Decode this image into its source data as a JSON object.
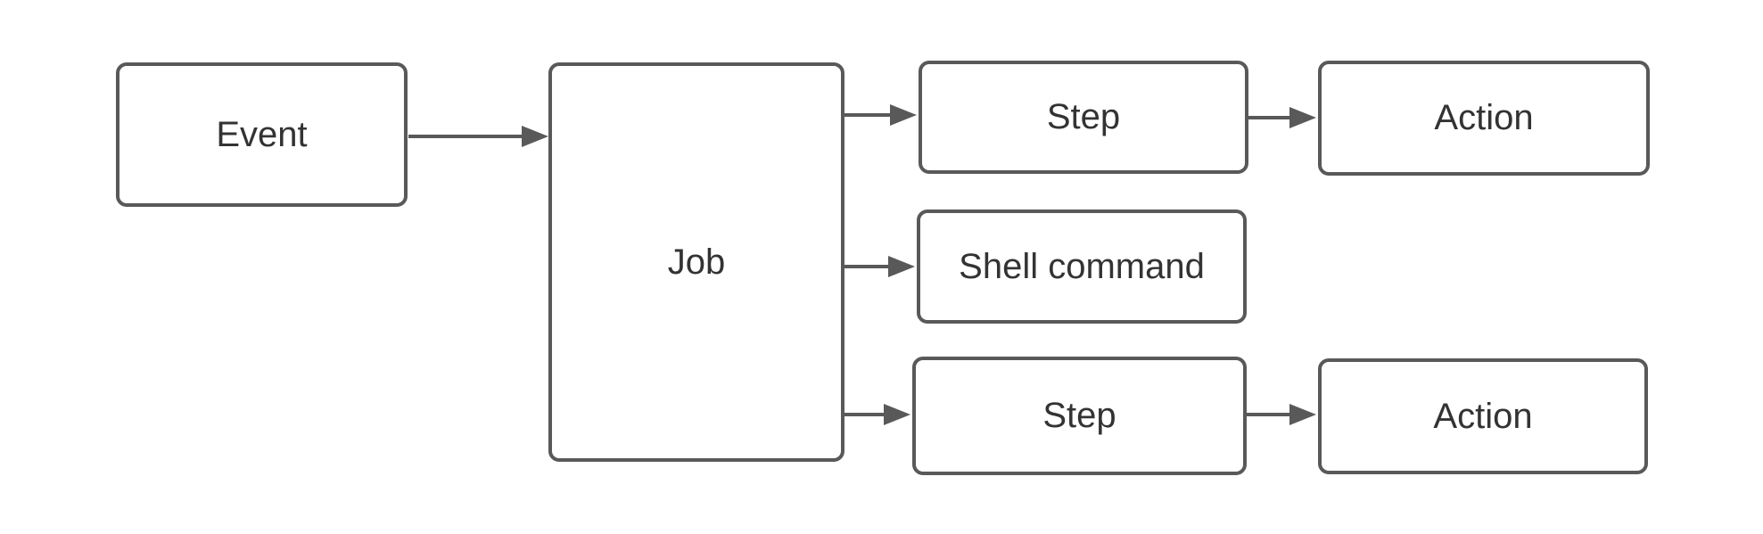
{
  "diagram": {
    "type": "flowchart",
    "orientation": "left-to-right",
    "colors": {
      "background": "#ffffff",
      "node_fill": "#ffffff",
      "node_stroke": "#595959",
      "arrow": "#595959",
      "text": "#333333"
    },
    "nodes": [
      {
        "id": "event",
        "label": "Event"
      },
      {
        "id": "job",
        "label": "Job"
      },
      {
        "id": "step-1",
        "label": "Step"
      },
      {
        "id": "action-1",
        "label": "Action"
      },
      {
        "id": "shell-command",
        "label": "Shell command"
      },
      {
        "id": "step-2",
        "label": "Step"
      },
      {
        "id": "action-2",
        "label": "Action"
      }
    ],
    "edges": [
      {
        "from": "event",
        "to": "job"
      },
      {
        "from": "job",
        "to": "step-1"
      },
      {
        "from": "job",
        "to": "shell-command"
      },
      {
        "from": "job",
        "to": "step-2"
      },
      {
        "from": "step-1",
        "to": "action-1"
      },
      {
        "from": "step-2",
        "to": "action-2"
      }
    ]
  }
}
